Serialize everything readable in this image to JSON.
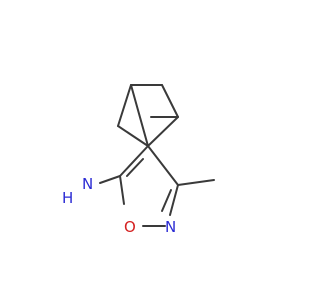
{
  "molecule": {
    "atoms": {
      "amine_h": "H",
      "amine_n": "N",
      "ring_o": "O",
      "ring_n": "N"
    },
    "colors": {
      "bond": "#3a3a3a",
      "nitrogen": "#2b2bd4",
      "oxygen": "#d42020",
      "background": "#ffffff"
    }
  }
}
